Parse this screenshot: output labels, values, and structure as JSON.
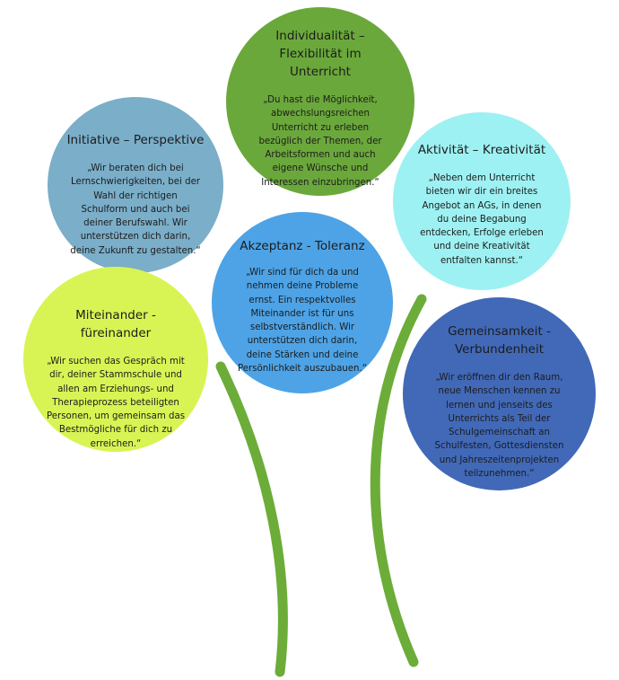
{
  "colors": {
    "stem": "#6bad38",
    "individualitaet": "#6aa83b",
    "initiative": "#7aaec9",
    "aktivitaet": "#9ef1f2",
    "akzeptanz": "#4da3e6",
    "miteinander": "#d8f454",
    "gemeinsamkeit": "#4169b8"
  },
  "circles": {
    "individualitaet": {
      "title": [
        "Individualität –",
        "Flexibilität im",
        "Unterricht"
      ],
      "lines": [
        "„Du hast die Möglichkeit,",
        "abwechslungsreichen",
        "Unterricht zu erleben",
        "bezüglich der Themen, der",
        "Arbeitsformen und auch",
        "eigene Wünsche und",
        "Interessen einzubringen.“"
      ]
    },
    "initiative": {
      "title": [
        "Initiative – Perspektive"
      ],
      "lines": [
        "„Wir beraten dich bei",
        "Lernschwierigkeiten, bei der",
        "Wahl der richtigen",
        "Schulform und auch bei",
        "deiner Berufswahl. Wir",
        "unterstützen dich darin,",
        "deine Zukunft zu gestalten.“"
      ]
    },
    "aktivitaet": {
      "title": [
        "Aktivität – Kreativität"
      ],
      "lines": [
        "„Neben dem Unterricht",
        "bieten wir dir ein breites",
        "Angebot an AGs, in denen",
        "du deine Begabung",
        "entdecken, Erfolge erleben",
        "und deine Kreativität",
        "entfalten kannst.“"
      ]
    },
    "akzeptanz": {
      "title": [
        "Akzeptanz - Toleranz"
      ],
      "lines": [
        "„Wir sind für dich da und",
        "nehmen deine Probleme",
        "ernst. Ein respektvolles",
        "Miteinander ist für uns",
        "selbstverständlich. Wir",
        "unterstützen dich darin,",
        "deine Stärken und deine",
        "Persönlichkeit auszubauen.“"
      ]
    },
    "miteinander": {
      "title": [
        "Miteinander -",
        "füreinander"
      ],
      "lines": [
        "„Wir suchen das Gespräch mit",
        "dir, deiner Stammschule und",
        "allen am Erziehungs- und",
        "Therapieprozess beteiligten",
        "Personen, um gemeinsam das",
        "Bestmögliche für dich zu",
        "erreichen.“"
      ]
    },
    "gemeinsamkeit": {
      "title": [
        "Gemeinsamkeit -",
        "Verbundenheit"
      ],
      "lines": [
        "„Wir eröffnen dir den Raum,",
        "neue Menschen kennen zu",
        "lernen und jenseits des",
        "Unterrichts als Teil der",
        "Schulgemeinschaft an",
        "Schulfesten, Gottesdiensten",
        "und Jahreszeitenprojekten",
        "teilzunehmen.“"
      ]
    }
  }
}
